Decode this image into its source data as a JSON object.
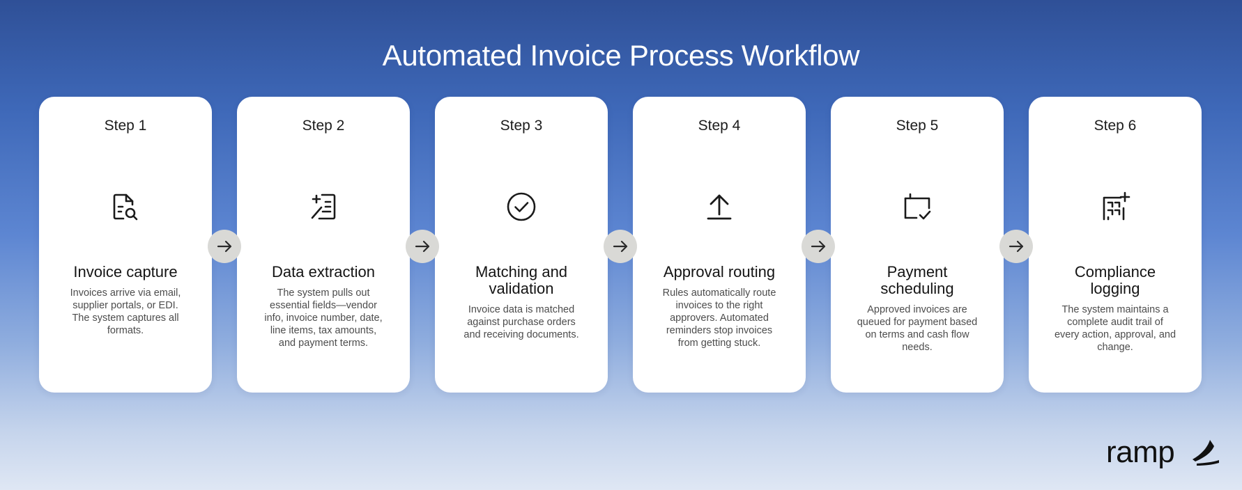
{
  "title": "Automated Invoice Process Workflow",
  "steps": [
    {
      "label": "Step 1",
      "icon": "document-search-icon",
      "heading": "Invoice capture",
      "description": "Invoices arrive via email, supplier portals, or EDI. The system captures all formats."
    },
    {
      "label": "Step 2",
      "icon": "document-sparkle-icon",
      "heading": "Data extraction",
      "description": "The system pulls out essential fields—vendor info, invoice number, date, line items, tax amounts, and payment terms."
    },
    {
      "label": "Step 3",
      "icon": "check-circle-icon",
      "heading": "Matching and\nvalidation",
      "description": "Invoice data is matched against purchase orders and receiving documents."
    },
    {
      "label": "Step 4",
      "icon": "upload-arrow-icon",
      "heading": "Approval routing",
      "description": "Rules automatically route invoices to the right approvers. Automated reminders stop invoices from getting stuck."
    },
    {
      "label": "Step 5",
      "icon": "calendar-check-icon",
      "heading": "Payment\nscheduling",
      "description": "Approved invoices are queued for payment based on terms and cash flow needs."
    },
    {
      "label": "Step 6",
      "icon": "log-grid-plus-icon",
      "heading": "Compliance\nlogging",
      "description": "The system maintains a complete audit trail of every action, approval, and change."
    }
  ],
  "connector_icon": "arrow-right-icon",
  "brand": {
    "name": "ramp",
    "mark_icon": "ramp-logo-icon"
  },
  "colors": {
    "title": "#ffffff",
    "card": "#ffffff",
    "text": "#1c1c1c",
    "connector": "#d9d9d6"
  }
}
